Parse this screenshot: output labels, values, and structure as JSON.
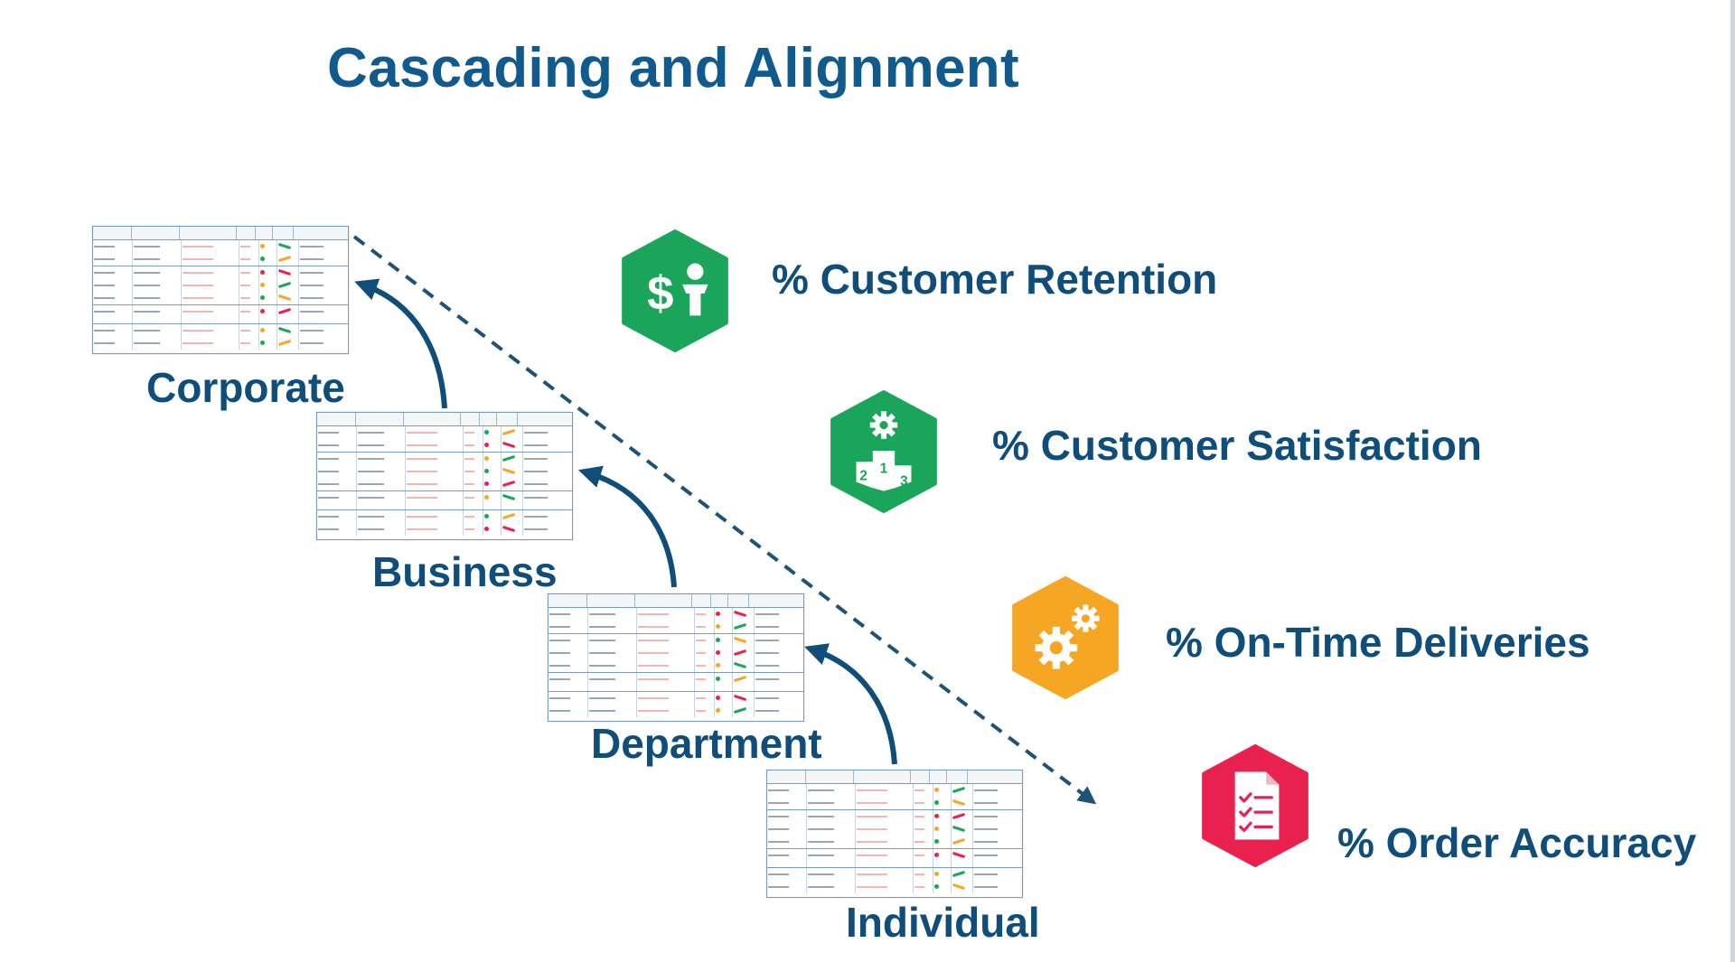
{
  "title": "Cascading and Alignment",
  "levels": [
    {
      "name": "Corporate"
    },
    {
      "name": "Business"
    },
    {
      "name": "Department"
    },
    {
      "name": "Individual"
    }
  ],
  "kpis": [
    {
      "label": "% Customer Retention",
      "icon": "dollar-person-icon",
      "color": "#1aa55a"
    },
    {
      "label": "% Customer Satisfaction",
      "icon": "gear-podium-icon",
      "color": "#1aa55a"
    },
    {
      "label": "% On-Time Deliveries",
      "icon": "gears-icon",
      "color": "#f5a623"
    },
    {
      "label": "% Order Accuracy",
      "icon": "checklist-document-icon",
      "color": "#e8214f"
    }
  ],
  "colors": {
    "title": "#0f5a8e",
    "label": "#0f4d7a",
    "arrow": "#0f4d7a",
    "dashed_line": "#1f5277",
    "green": "#1aa55a",
    "orange": "#f5a623",
    "pink": "#e8214f"
  }
}
